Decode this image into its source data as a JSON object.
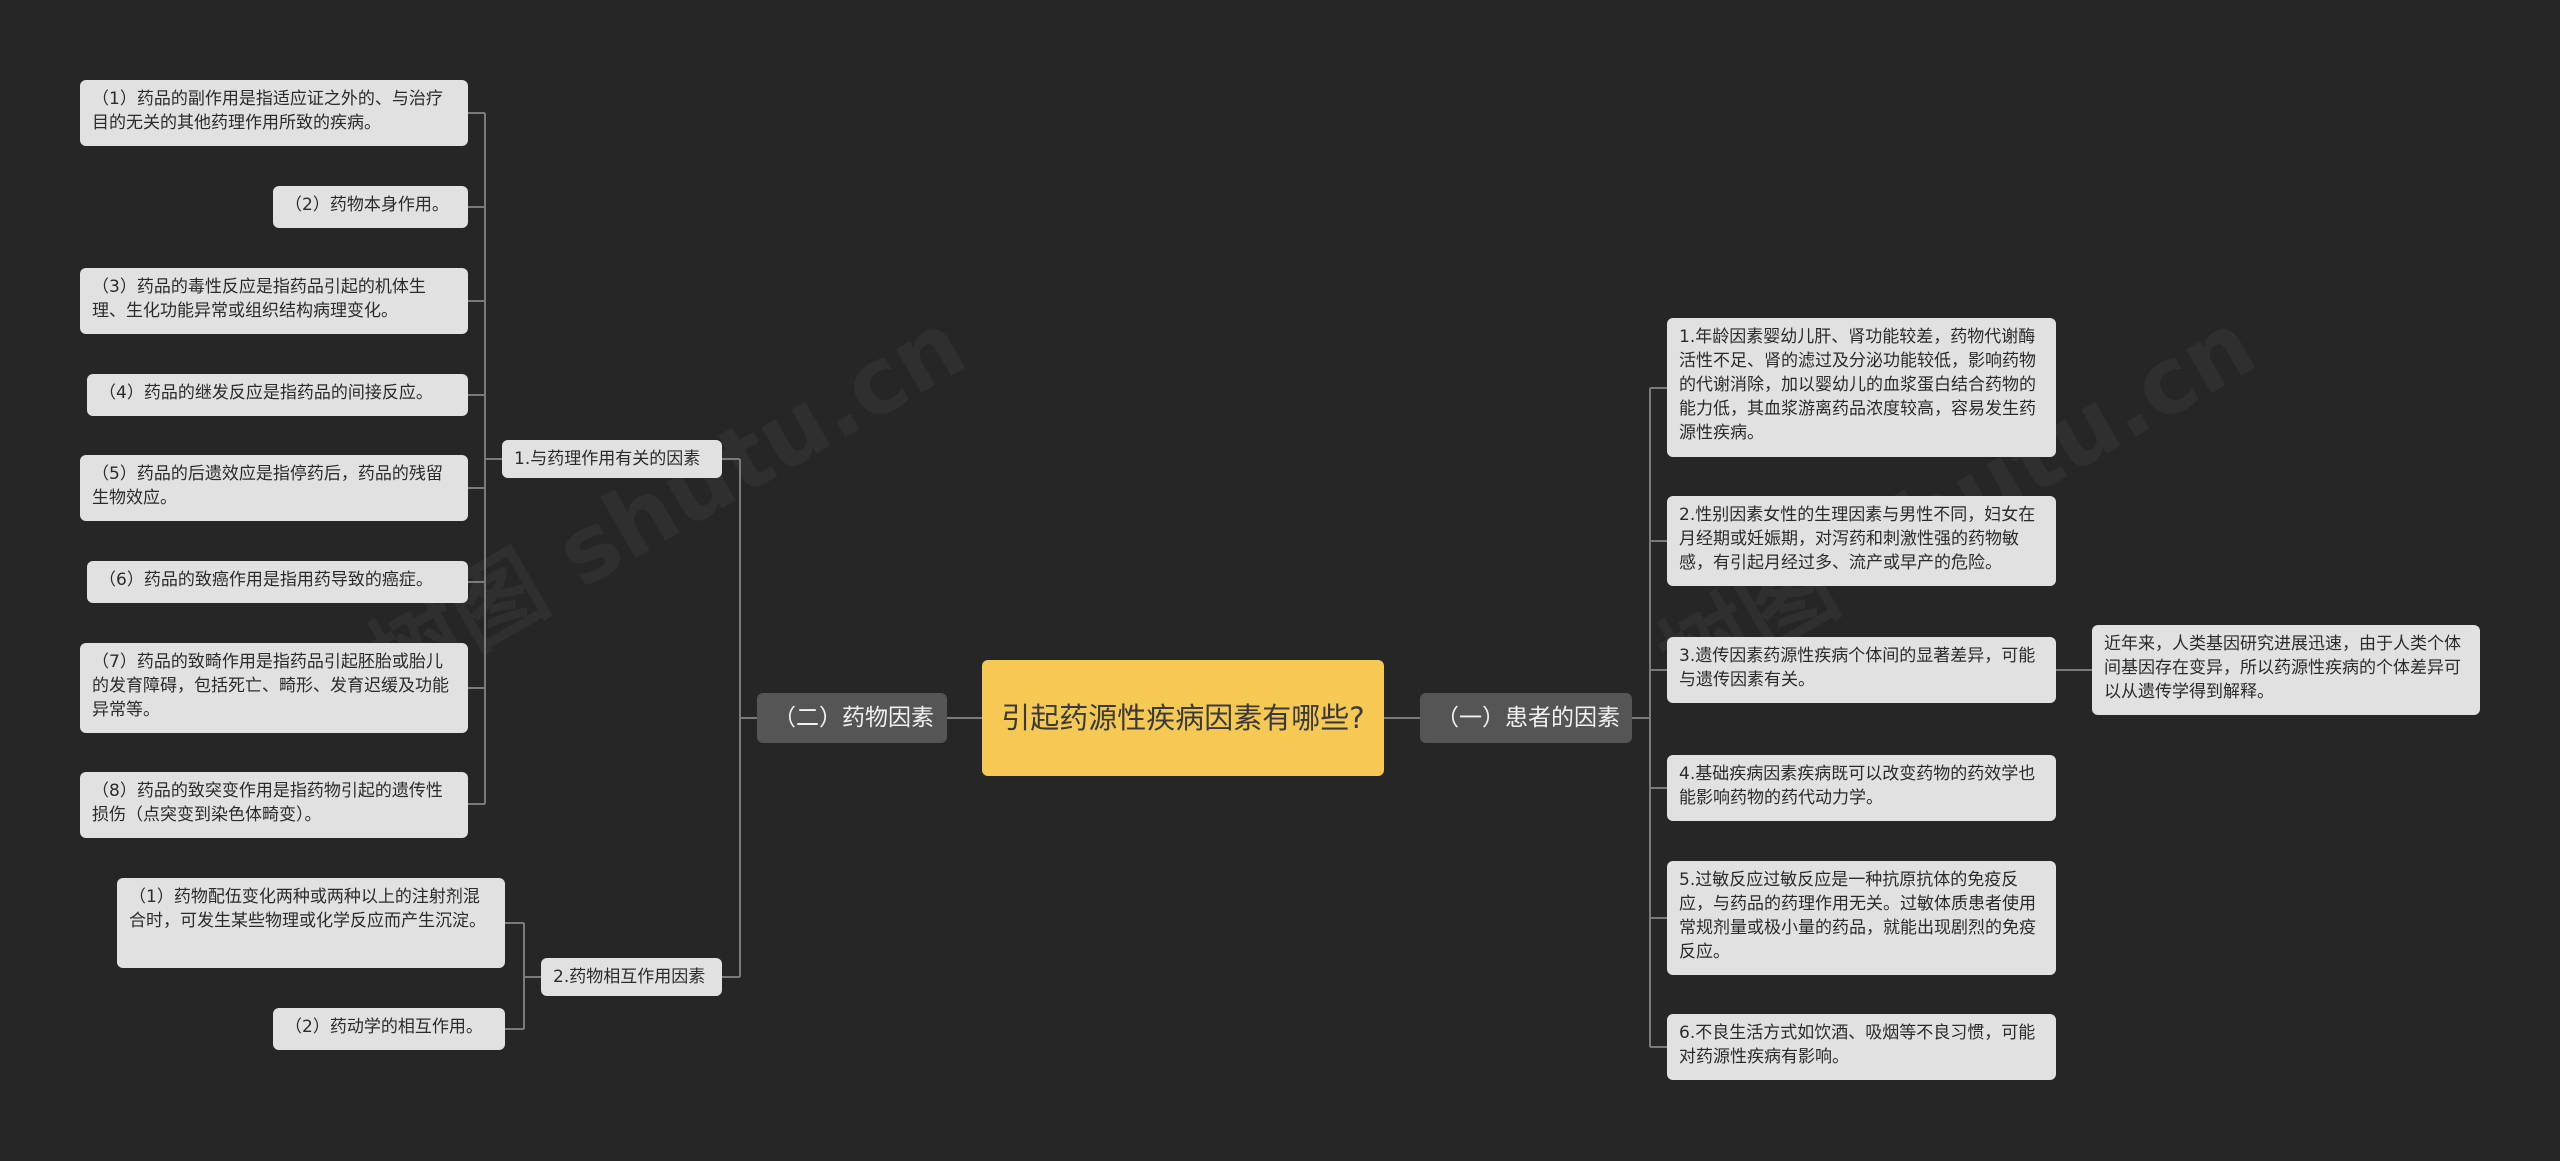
{
  "colors": {
    "background": "#262626",
    "root_fill": "#f6c955",
    "branch_fill": "#555555",
    "leaf_fill": "#e1e1e1",
    "connector": "#7a7a7a"
  },
  "root": {
    "text": "引起药源性疾病因素有哪些?"
  },
  "left_branch": {
    "label": "（二）药物因素",
    "groups": [
      {
        "label": "1.与药理作用有关的因素",
        "items": [
          "（1）药品的副作用是指适应证之外的、与治疗目的无关的其他药理作用所致的疾病。",
          "（2）药物本身作用。",
          "（3）药品的毒性反应是指药品引起的机体生理、生化功能异常或组织结构病理变化。",
          "（4）药品的继发反应是指药品的间接反应。",
          "（5）药品的后遗效应是指停药后，药品的残留生物效应。",
          "（6）药品的致癌作用是指用药导致的癌症。",
          "（7）药品的致畸作用是指药品引起胚胎或胎儿的发育障碍，包括死亡、畸形、发育迟缓及功能异常等。",
          "（8）药品的致突变作用是指药物引起的遗传性损伤（点突变到染色体畸变）。"
        ]
      },
      {
        "label": "2.药物相互作用因素",
        "items": [
          "（1）药物配伍变化两种或两种以上的注射剂混合时，可发生某些物理或化学反应而产生沉淀。",
          "（2）药动学的相互作用。"
        ]
      }
    ]
  },
  "right_branch": {
    "label": "（一）患者的因素",
    "items": [
      "1.年龄因素婴幼儿肝、肾功能较差，药物代谢酶活性不足、肾的滤过及分泌功能较低，影响药物的代谢消除，加以婴幼儿的血浆蛋白结合药物的能力低，其血浆游离药品浓度较高，容易发生药源性疾病。",
      "2.性别因素女性的生理因素与男性不同，妇女在月经期或妊娠期，对泻药和刺激性强的药物敏感，有引起月经过多、流产或早产的危险。",
      "3.遗传因素药源性疾病个体间的显著差异，可能与遗传因素有关。",
      "4.基础疾病因素疾病既可以改变药物的药效学也能影响药物的药代动力学。",
      "5.过敏反应过敏反应是一种抗原抗体的免疫反应，与药品的药理作用无关。过敏体质患者使用常规剂量或极小量的药品，就能出现剧烈的免疫反应。",
      "6.不良生活方式如饮酒、吸烟等不良习惯，可能对药源性疾病有影响。"
    ],
    "note": "近年来，人类基因研究进展迅速，由于人类个体间基因存在变异，所以药源性疾病的个体差异可以从遗传学得到解释。"
  },
  "watermarks": [
    "树图 shutu.cn",
    "树图 shutu.cn"
  ]
}
